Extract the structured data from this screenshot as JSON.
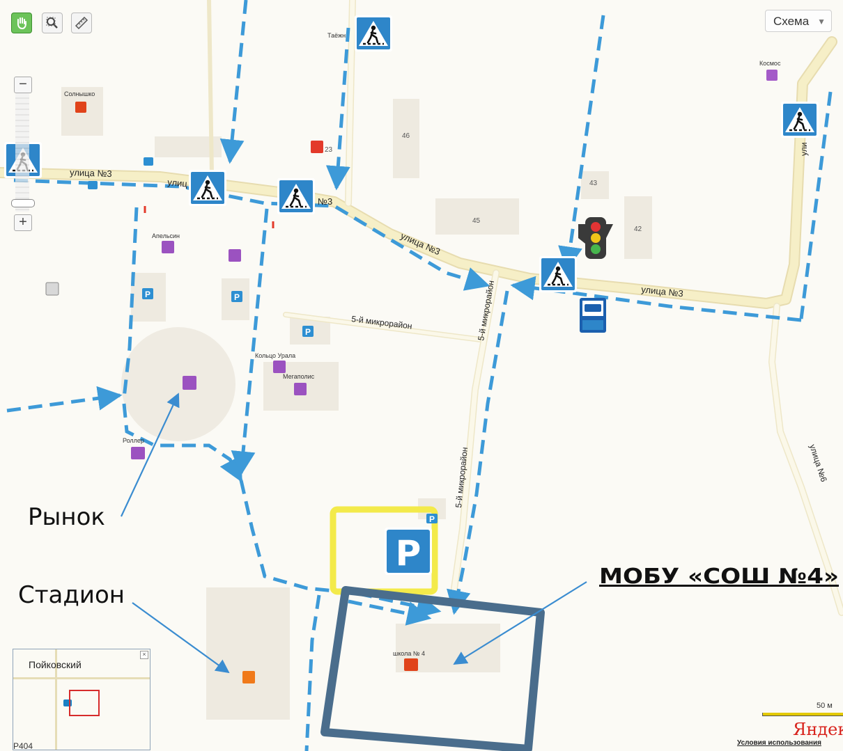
{
  "toolbar": {
    "map_type_value": "Схема"
  },
  "streets": {
    "ulitsa3": "улица №3",
    "ulitsa6": "улица №6",
    "mkr5": "5-й микрорайон"
  },
  "streets_partial": {
    "ulitsa3_b": "улиц",
    "ulitsa3_c": "№3",
    "ulitsa_top_right": "ули"
  },
  "buildings": [
    "46",
    "43",
    "45",
    "42",
    "23"
  ],
  "pois": {
    "taezhny": "Таёжн",
    "kosmos": "Космос",
    "solnyshko": "Солнышко",
    "apelsin": "Апельсин",
    "koltso_urala": "Кольцо Урала",
    "megapolis": "Мегаполис",
    "roller": "Роллер",
    "shkola4": "школа № 4"
  },
  "annotations": {
    "market": "Рынок",
    "stadium": "Стадион",
    "school": "МОБУ «СОШ №4»"
  },
  "minimap": {
    "label": "Пойковский",
    "corner_text": "Р404"
  },
  "scale": {
    "label": "50 м"
  },
  "brand": "Яндекс",
  "terms": "Условия использования",
  "colors": {
    "route": "#3d9ad8",
    "road": "#f6efc7",
    "road_edge": "#ddd2a0",
    "school_box": "#4a6d8c",
    "parking_box": "#f3ea4a",
    "sign_blue": "#2e86c9"
  }
}
